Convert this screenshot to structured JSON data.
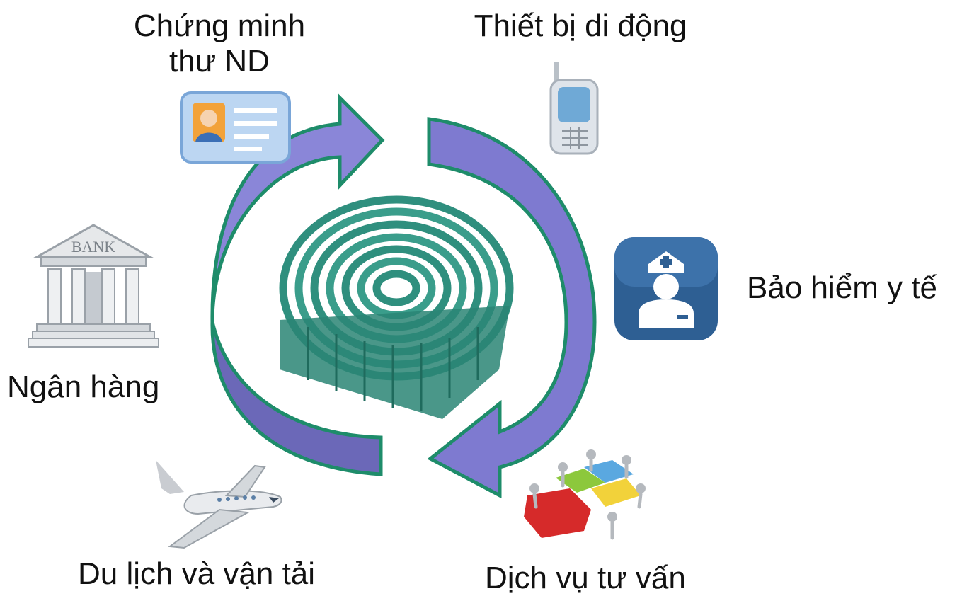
{
  "labels": {
    "id_card": "Chứng minh thư ND",
    "id_card_line1": "Chứng minh",
    "id_card_line2": "thư ND",
    "mobile": "Thiết bị di động",
    "health": "Bảo hiểm y tế",
    "bank": "Ngân hàng",
    "travel": "Du lịch và vận tải",
    "consulting": "Dịch vụ tư vấn"
  },
  "icons": {
    "id_card": "id-card-icon",
    "mobile": "mobile-phone-icon",
    "health": "nurse-icon",
    "bank": "bank-building-icon",
    "bank_sign": "BANK",
    "travel": "airplane-icon",
    "consulting": "puzzle-team-icon",
    "center": "fingerprint-icon"
  },
  "colors": {
    "arrow_fill_light": "#8a86d8",
    "arrow_fill_dark": "#6b68b8",
    "arrow_stroke": "#1e8c6a",
    "fingerprint": "#2f8f7e",
    "fingerprint_dark": "#1f6b5d"
  }
}
